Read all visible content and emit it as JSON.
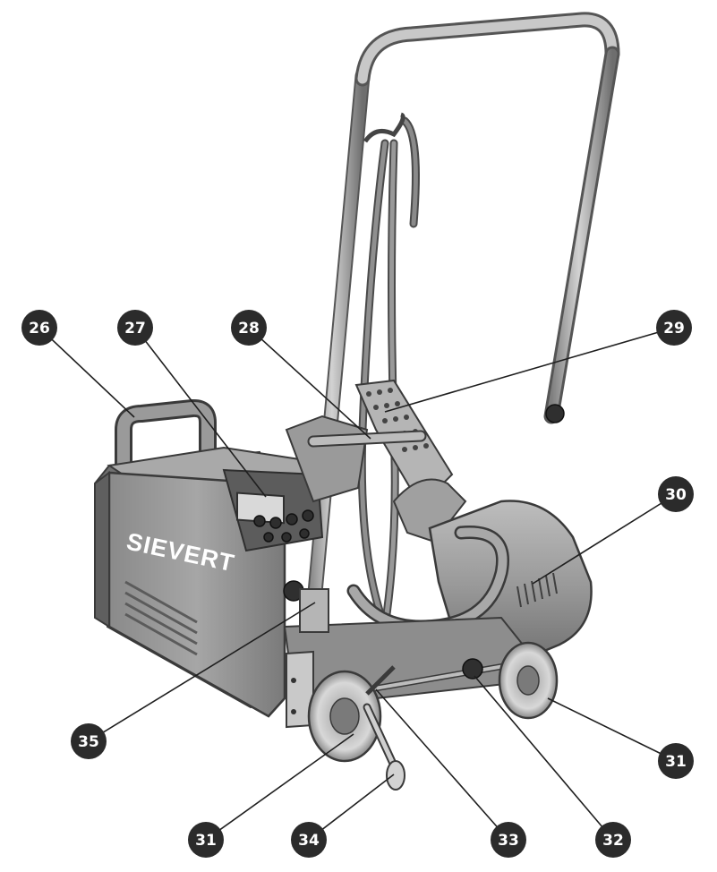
{
  "brand": {
    "label": "SIEVERT"
  },
  "callouts": [
    {
      "id": "c26",
      "label": "26"
    },
    {
      "id": "c27",
      "label": "27"
    },
    {
      "id": "c28",
      "label": "28"
    },
    {
      "id": "c29",
      "label": "29"
    },
    {
      "id": "c30",
      "label": "30"
    },
    {
      "id": "c31a",
      "label": "31"
    },
    {
      "id": "c31b",
      "label": "31"
    },
    {
      "id": "c32",
      "label": "32"
    },
    {
      "id": "c33",
      "label": "33"
    },
    {
      "id": "c34",
      "label": "34"
    },
    {
      "id": "c35",
      "label": "35"
    }
  ],
  "colors": {
    "callout_fill": "#2b2b2b",
    "callout_text": "#ffffff",
    "leader_line": "#1f1f1f",
    "body_dark": "#7c7c7c",
    "body_mid": "#9c9c9c",
    "body_light": "#c6c6c6",
    "outline": "#3a3a3a"
  }
}
